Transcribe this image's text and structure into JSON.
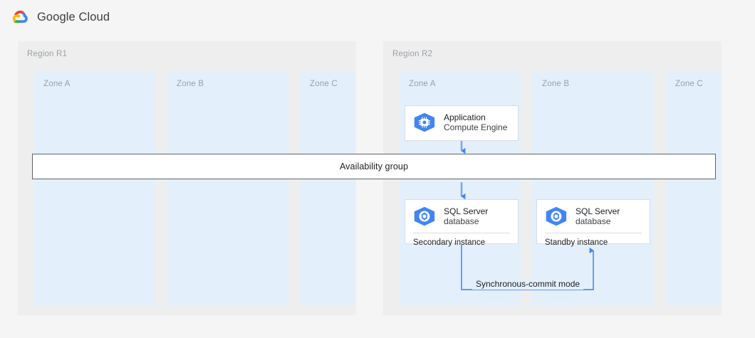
{
  "header": {
    "brand": "Google Cloud",
    "logo_icon": "google-cloud-logo-icon"
  },
  "colors": {
    "page_background": "#f5f5f5",
    "region_background": "#eeeeee",
    "zone_background": "#e3f0fb",
    "card_background": "#ffffff",
    "card_border": "#dadce0",
    "bar_border": "#5f6368",
    "connector_blue": "#4285f4",
    "icon_blue": "#4285f4",
    "label_gray": "#9aa0a6",
    "text_primary": "#202124"
  },
  "diagram": {
    "type": "architecture-diagram",
    "availability_group": {
      "label": "Availability group"
    },
    "regions": [
      {
        "id": "r1",
        "label": "Region R1",
        "zones": [
          {
            "id": "r1-zone-a",
            "label": "Zone A",
            "nodes": []
          },
          {
            "id": "r1-zone-b",
            "label": "Zone B",
            "nodes": []
          },
          {
            "id": "r1-zone-c",
            "label": "Zone C",
            "nodes": []
          }
        ]
      },
      {
        "id": "r2",
        "label": "Region R2",
        "zones": [
          {
            "id": "r2-zone-a",
            "label": "Zone A",
            "nodes": [
              "application",
              "sqlserver-secondary"
            ]
          },
          {
            "id": "r2-zone-b",
            "label": "Zone B",
            "nodes": [
              "sqlserver-standby"
            ]
          },
          {
            "id": "r2-zone-c",
            "label": "Zone C",
            "nodes": []
          }
        ]
      }
    ],
    "nodes": [
      {
        "id": "application",
        "icon": "compute-engine-icon",
        "title": "Application",
        "subtitle": "Compute Engine",
        "footer": ""
      },
      {
        "id": "sqlserver-secondary",
        "icon": "sql-server-icon",
        "title": "SQL Server",
        "subtitle": "database",
        "footer": "Secondary instance"
      },
      {
        "id": "sqlserver-standby",
        "icon": "sql-server-icon",
        "title": "SQL Server",
        "subtitle": "database",
        "footer": "Standby instance"
      }
    ],
    "connectors": [
      {
        "id": "app-to-availability-group",
        "from": "application",
        "to": "availability-group",
        "arrow": "down",
        "label": ""
      },
      {
        "id": "availability-group-to-secondary",
        "from": "availability-group",
        "to": "sqlserver-secondary",
        "arrow": "down",
        "label": ""
      },
      {
        "id": "secondary-to-standby",
        "from": "sqlserver-secondary",
        "to": "sqlserver-standby",
        "arrow": "up",
        "label": "Synchronous-commit mode"
      }
    ]
  }
}
